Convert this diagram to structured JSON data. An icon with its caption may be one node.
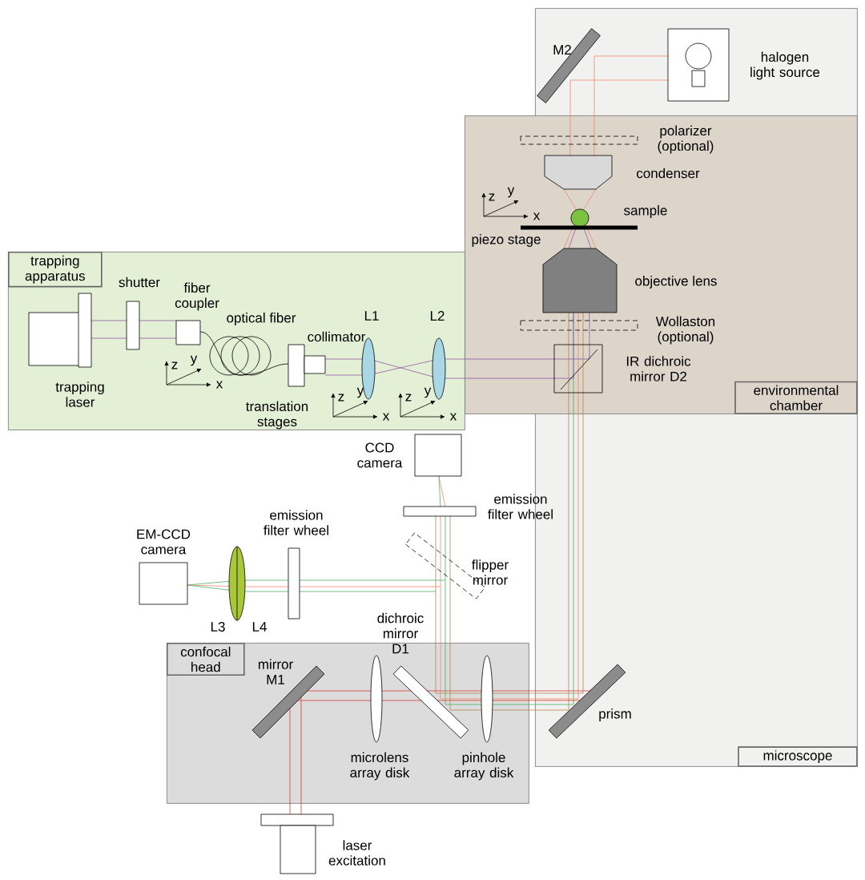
{
  "diagram": {
    "nodes": [
      {
        "text": [
          "microscope"
        ]
      },
      {
        "text": [
          "environmental chamber"
        ]
      },
      {
        "text": [
          "trapping apparatus"
        ]
      },
      {
        "text": [
          "confocal head"
        ]
      }
    ],
    "labels": [
      "M2",
      "halogen light source",
      "polarizer (optional)",
      "condenser",
      "z",
      "y",
      "x",
      "sample",
      "piezo stage",
      "objective lens",
      "Wollaston (optional)",
      "shutter",
      "fiber coupler",
      "optical fiber",
      "L1",
      "L2",
      "collimator",
      "trapping laser",
      "z",
      "y",
      "x",
      "z",
      "y",
      "x",
      "z",
      "y",
      "x",
      "translation stages",
      "IR dichroic mirror D2",
      "CCD camera",
      "emission filter wheel",
      "EM-CCD camera",
      "emission filter wheel",
      "flipper mirror",
      "L3",
      "L4",
      "dichroic mirror D1",
      "mirror M1",
      "prism",
      "microlens array disk",
      "pinhole array disk",
      "laser excitation"
    ]
  }
}
